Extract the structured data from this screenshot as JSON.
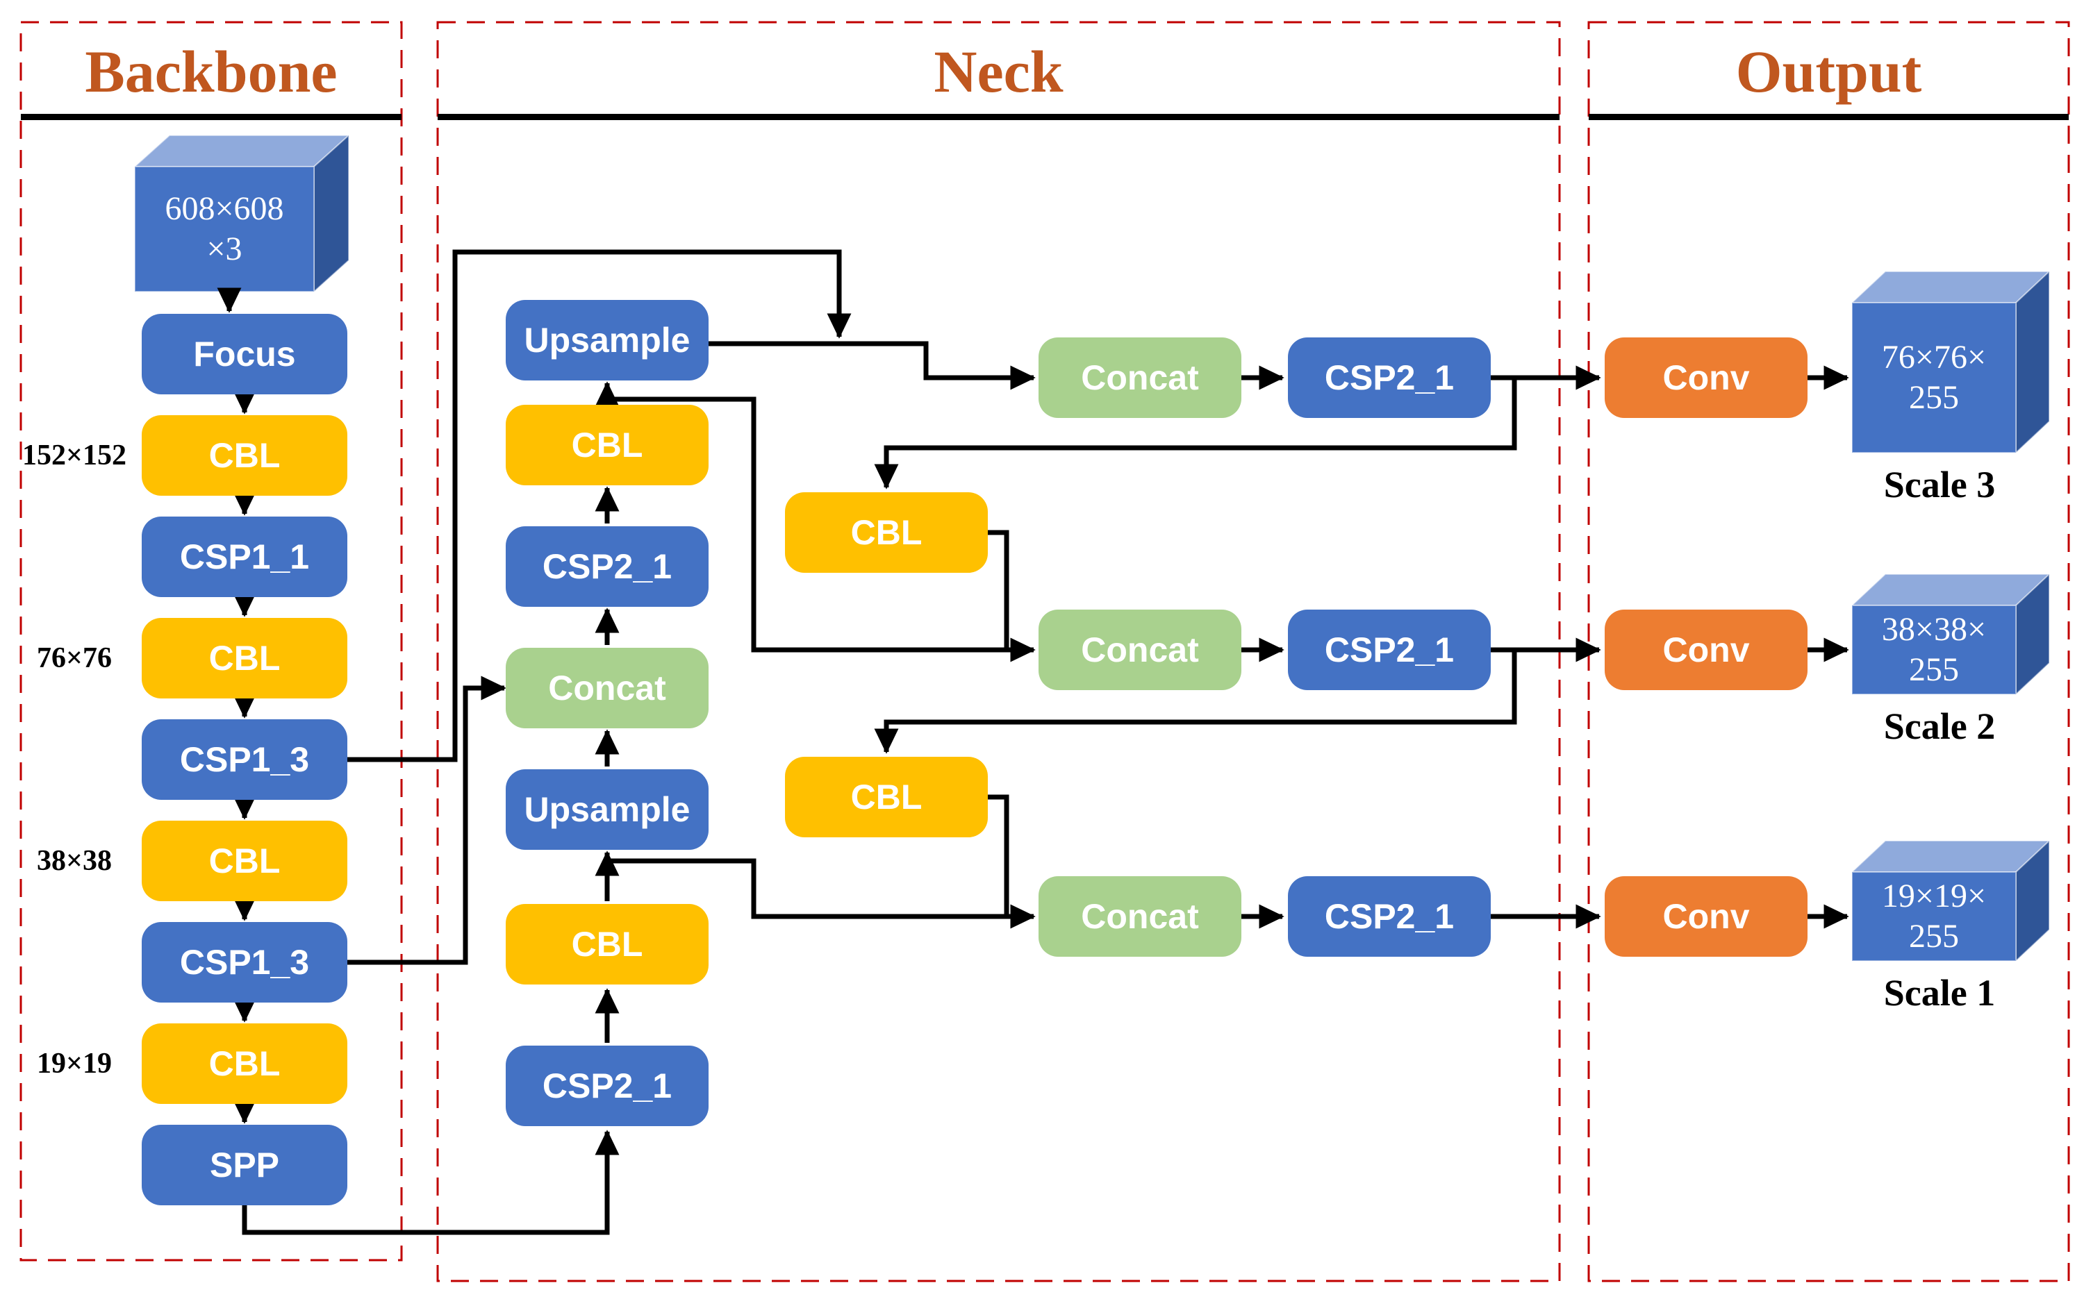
{
  "colors": {
    "blue": "#4472C4",
    "yellow": "#FFC000",
    "green": "#A9D18E",
    "orange": "#ED7D31",
    "cube_top": "#8FAADC",
    "cube_side": "#2F5597",
    "panel_border": "#C00000",
    "header_text": "#C0571F",
    "line": "#000000",
    "box_text": "#FFFFFF",
    "label_text": "#000000"
  },
  "panels": {
    "backbone": {
      "title": "Backbone"
    },
    "neck": {
      "title": "Neck"
    },
    "output": {
      "title": "Output"
    }
  },
  "backbone": {
    "input_cube": {
      "line1": "608×608",
      "line2": "×3"
    },
    "nodes": [
      {
        "label": "Focus"
      },
      {
        "label": "CBL"
      },
      {
        "label": "CSP1_1"
      },
      {
        "label": "CBL"
      },
      {
        "label": "CSP1_3"
      },
      {
        "label": "CBL"
      },
      {
        "label": "CSP1_3"
      },
      {
        "label": "CBL"
      },
      {
        "label": "SPP"
      }
    ],
    "size_labels": [
      "152×152",
      "76×76",
      "38×38",
      "19×19"
    ]
  },
  "neck": {
    "left_column": [
      {
        "label": "Upsample"
      },
      {
        "label": "CBL"
      },
      {
        "label": "CSP2_1"
      },
      {
        "label": "Concat"
      },
      {
        "label": "Upsample"
      },
      {
        "label": "CBL"
      },
      {
        "label": "CSP2_1"
      }
    ],
    "mid_cbls": [
      {
        "label": "CBL"
      },
      {
        "label": "CBL"
      }
    ],
    "rows": [
      {
        "concat_label": "Concat",
        "csp_label": "CSP2_1"
      },
      {
        "concat_label": "Concat",
        "csp_label": "CSP2_1"
      },
      {
        "concat_label": "Concat",
        "csp_label": "CSP2_1"
      }
    ]
  },
  "output": {
    "rows": [
      {
        "conv_label": "Conv",
        "cube_line1": "76×76×",
        "cube_line2": "255",
        "scale_label": "Scale 3"
      },
      {
        "conv_label": "Conv",
        "cube_line1": "38×38×",
        "cube_line2": "255",
        "scale_label": "Scale 2"
      },
      {
        "conv_label": "Conv",
        "cube_line1": "19×19×",
        "cube_line2": "255",
        "scale_label": "Scale 1"
      }
    ]
  }
}
